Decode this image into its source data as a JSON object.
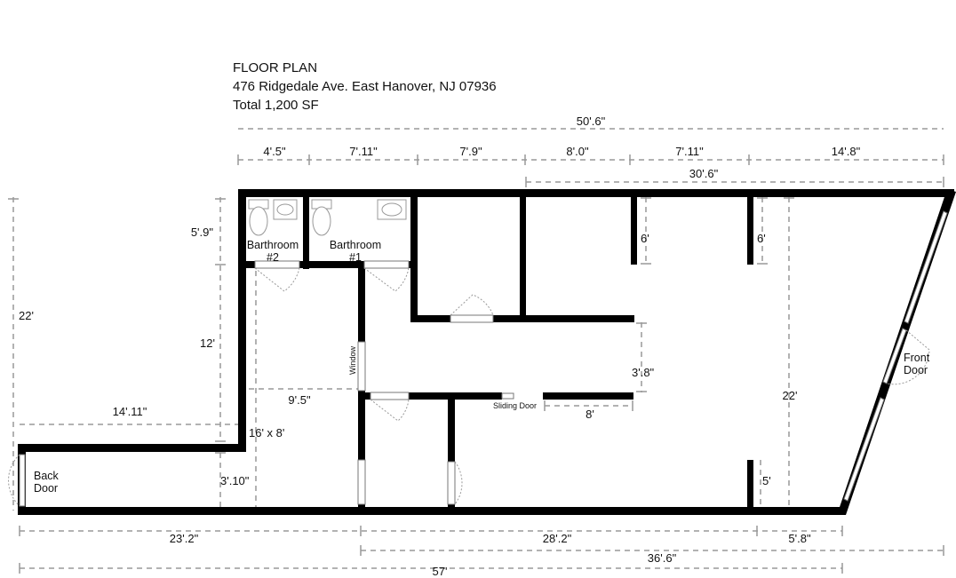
{
  "header": {
    "title": "FLOOR PLAN",
    "address": "476 Ridgedale Ave. East Hanover, NJ 07936",
    "total": "Total 1,200 SF"
  },
  "rooms": {
    "bathroom2": [
      "Barthroom",
      "#2"
    ],
    "bathroom1": [
      "Barthroom",
      "#1"
    ],
    "back_door": [
      "Back",
      "Door"
    ],
    "front_door": [
      "Front",
      "Door"
    ],
    "window": "Window",
    "sliding_door": "Sliding Door",
    "room_size": "16' x 8'"
  },
  "dimensions": {
    "overall_top": "50'.6\"",
    "top_segments": [
      "4'.5\"",
      "7'.11\"",
      "7'.9\"",
      "8'.0\"",
      "7'.11\"",
      "14'.8\""
    ],
    "top_right": "30'.6\"",
    "left_total": "22'",
    "left_bath": "5'.9\"",
    "left_mid": "12'",
    "left_wing": "14'.11\"",
    "left_low": "3'.10\"",
    "hall_width": "9'.5\"",
    "wall_6a": "6'",
    "wall_6b": "6'",
    "opening": "3'.8\"",
    "wall_8": "8'",
    "main_depth": "22'",
    "wall_5": "5'",
    "bottom_a": "23'.2\"",
    "bottom_b": "28'.2\"",
    "bottom_c": "5'.8\"",
    "bottom_right": "36'.6\"",
    "bottom_total": "57'"
  }
}
